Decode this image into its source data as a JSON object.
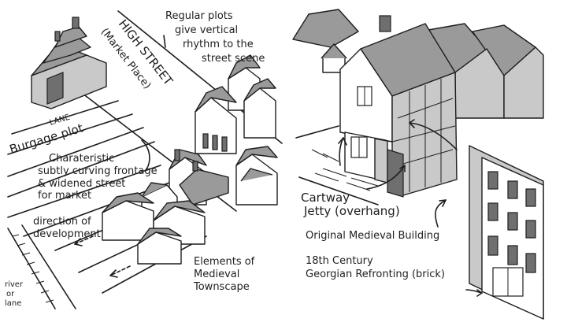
{
  "left_panel": {
    "regular_plots": [
      "Regular plots",
      "give vertical",
      "rhythm to the",
      "street scene"
    ],
    "high_street": "HIGH STREET",
    "market_place": "(Market Place)",
    "lane": "LANE",
    "burgage_plot": "Burgage plot",
    "frontage_note": [
      "Charateristic",
      "subtly curving frontage",
      "& widened street",
      "for market"
    ],
    "direction": [
      "direction of",
      "development"
    ],
    "river": [
      "river",
      "or",
      "lane"
    ],
    "elements": [
      "Elements of",
      "Medieval",
      "Townscape"
    ]
  },
  "right_panel": {
    "cartway": "Cartway",
    "jetty": "Jetty (overhang)",
    "original": "Original Medieval Building",
    "century": "18th Century",
    "georgian": "Georgian Refronting (brick)"
  }
}
